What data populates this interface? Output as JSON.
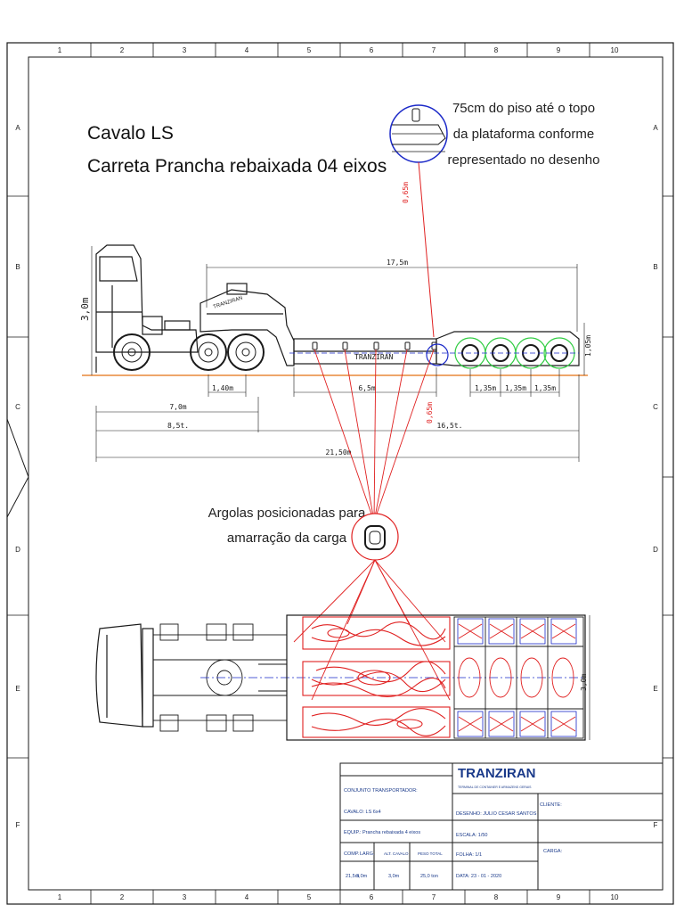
{
  "titles": {
    "line1": "Cavalo LS",
    "line2": "Carreta Prancha rebaixada 04 eixos"
  },
  "note_top": [
    "75cm do piso até o topo",
    "da plataforma conforme",
    "representado no desenho"
  ],
  "note_mid": [
    "Argolas posicionadas para",
    "amarração da carga"
  ],
  "grid": {
    "cols": [
      "1",
      "2",
      "3",
      "4",
      "5",
      "6",
      "7",
      "8",
      "9",
      "10"
    ],
    "rows": [
      "A",
      "B",
      "C",
      "D",
      "E",
      "F"
    ]
  },
  "dims": {
    "len_17_5": "17,5m",
    "h_3_0": "3,0m",
    "d_1_40": "1,40m",
    "d_6_5": "6,5m",
    "d_1_35a": "1,35m",
    "d_1_35b": "1,35m",
    "d_1_35c": "1,35m",
    "h_1_05": "1,05m",
    "d_7_0": "7,0m",
    "d_8_5": "8,5t.",
    "d_16_5": "16,5t.",
    "d_21_50": "21,50m",
    "h_0_65_top": "0,65m",
    "h_0_65_mid": "0,65m",
    "w_3_0": "3,0m",
    "brand_side": "TRANZIRAN",
    "brand_cab": "TRANZIRAN"
  },
  "title_block": {
    "brand": "TRANZIRAN",
    "brand_sub": "TERMINAL DE CONTAINER E ARMAZENS GERAIS",
    "conjunto": "CONJUNTO TRANSPORTADOR:",
    "cavalo": "CAVALO: LS 6x4",
    "equip": "EQUIP.: Prancha rebaixada 4 eixos",
    "desenho": "DESENHO: JULIO CESAR SANTOS",
    "escala": "ESCALA: 1/50",
    "folha": "FOLHA: 1/1",
    "data": "DATA: 23 - 01 - 2020",
    "cliente": "CLIENTE:",
    "carga": "CARGA:",
    "headers": [
      "COMP.",
      "LARG.",
      "ALT. CAVALO",
      "PESO TOTAL"
    ],
    "values": [
      "21,5m",
      "3,0m",
      "3,0m",
      "25,0 ton"
    ]
  },
  "colors": {
    "line": "#1a1a1a",
    "red": "#e02020",
    "blue": "#1a28c8",
    "green": "#2ecc40",
    "orange": "#e8883a",
    "navy": "#1a3a8a"
  }
}
